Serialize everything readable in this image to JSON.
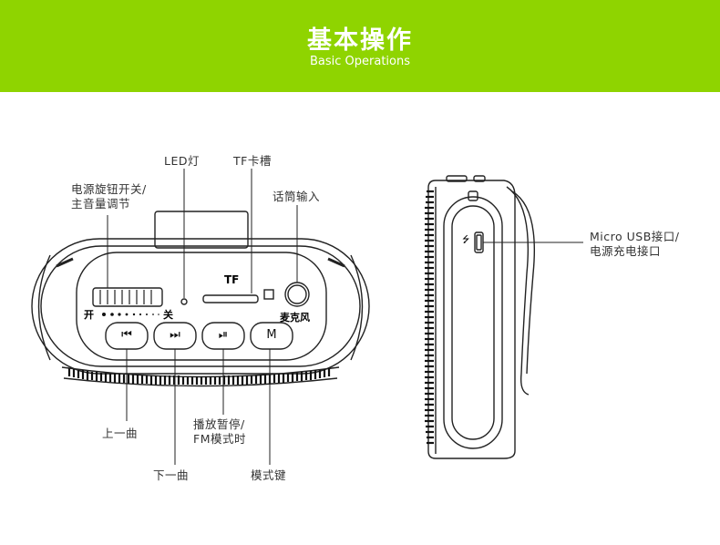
{
  "header": {
    "title": "基本操作",
    "subtitle": "Basic Operations",
    "background": "#8fd400"
  },
  "front_view": {
    "labels": {
      "led": "LED灯",
      "tf_slot": "TF卡槽",
      "power_knob_line1": "电源旋钮开关/",
      "power_knob_line2": "主音量调节",
      "mic_input": "话筒输入",
      "prev": "上一曲",
      "next": "下一曲",
      "play_line1": "播放暂停/",
      "play_line2": "FM模式时",
      "mode": "模式键"
    },
    "printed_text": {
      "open": "开",
      "close": "关",
      "tf": "TF",
      "mic": "麦克风"
    },
    "buttons": [
      {
        "name": "prev-button",
        "glyph": "⏮"
      },
      {
        "name": "next-button",
        "glyph": "⏭"
      },
      {
        "name": "play-pause-button",
        "glyph": "⏯"
      },
      {
        "name": "mode-button",
        "glyph": "M"
      }
    ]
  },
  "side_view": {
    "labels": {
      "usb_line1": "Micro USB接口/",
      "usb_line2": "电源充电接口"
    },
    "usb_icon": "usb-icon"
  }
}
